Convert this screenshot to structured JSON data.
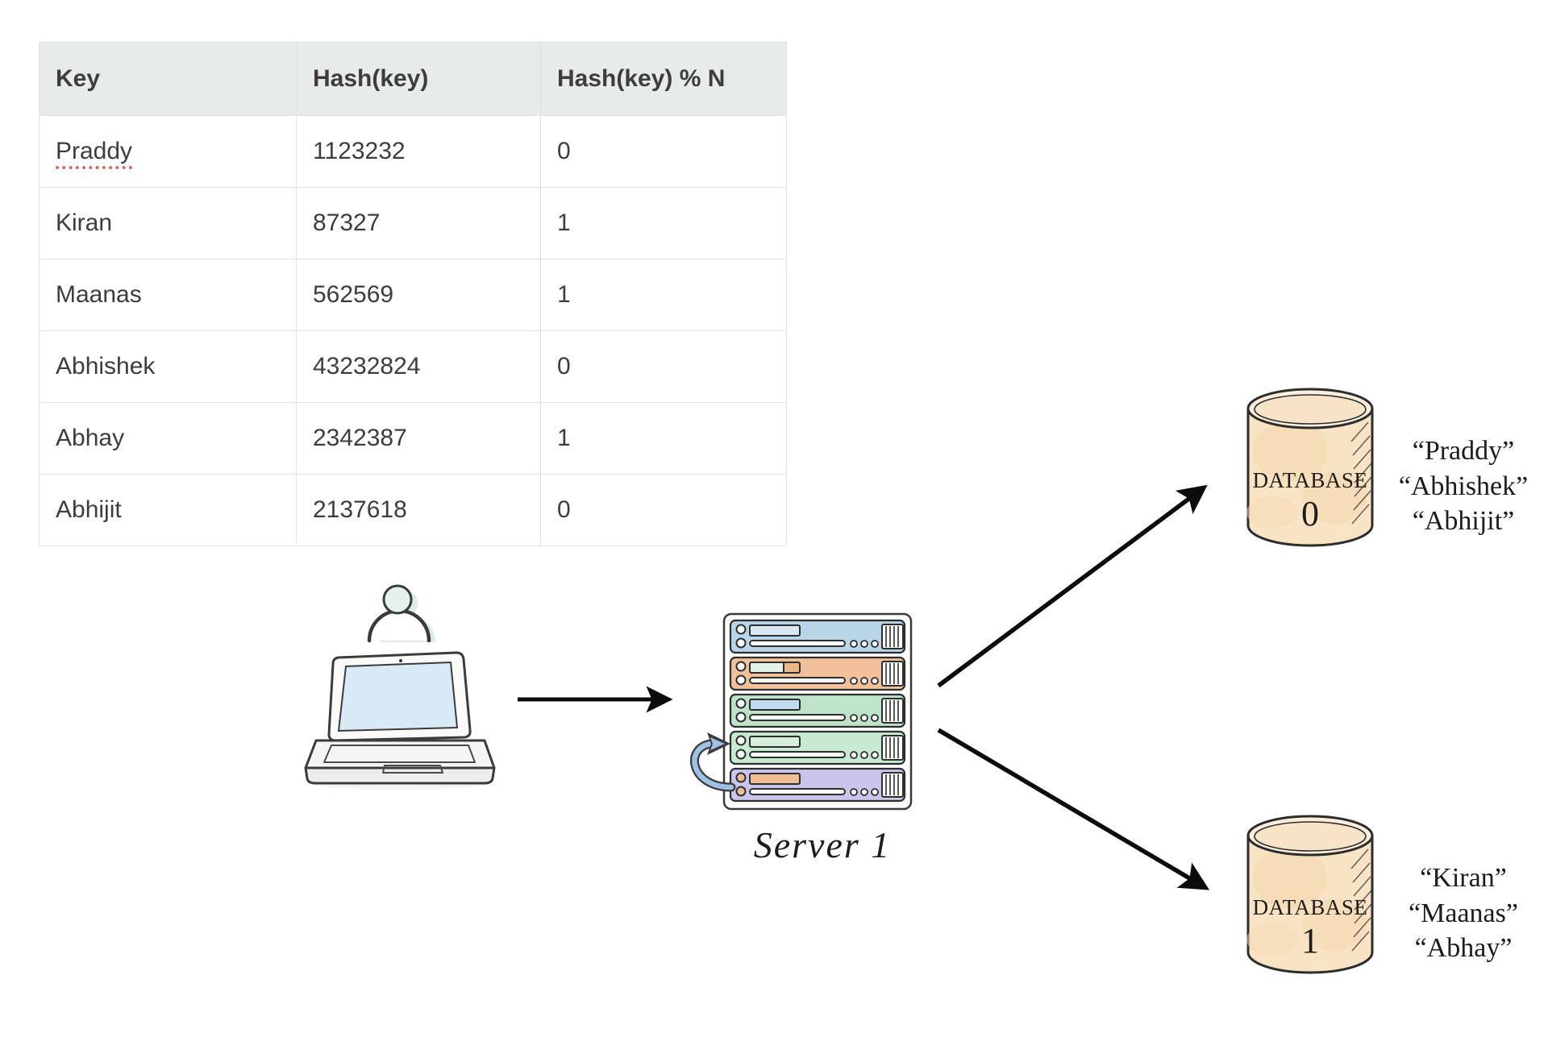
{
  "table": {
    "columns": [
      "Key",
      "Hash(key)",
      "Hash(key) % N"
    ],
    "rows": [
      {
        "key": "Praddy",
        "hash": "1123232",
        "mod": "0",
        "spellcheck_underline": true
      },
      {
        "key": "Kiran",
        "hash": "87327",
        "mod": "1",
        "spellcheck_underline": false
      },
      {
        "key": "Maanas",
        "hash": "562569",
        "mod": "1",
        "spellcheck_underline": false
      },
      {
        "key": "Abhishek",
        "hash": "43232824",
        "mod": "0",
        "spellcheck_underline": false
      },
      {
        "key": "Abhay",
        "hash": "2342387",
        "mod": "1",
        "spellcheck_underline": false
      },
      {
        "key": "Abhijit",
        "hash": "2137618",
        "mod": "0",
        "spellcheck_underline": false
      }
    ]
  },
  "client": {
    "icons": [
      "user-icon",
      "laptop-icon"
    ]
  },
  "server": {
    "label": "Server 1",
    "icon": "server-rack-icon",
    "rack_rows": 5,
    "refresh_icon": "refresh-loop-icon"
  },
  "databases": [
    {
      "label": "DATABASE",
      "number": "0",
      "keys": [
        "“Praddy”",
        "“Abhishek”",
        "“Abhijit”"
      ]
    },
    {
      "label": "DATABASE",
      "number": "1",
      "keys": [
        "“Kiran”",
        "“Maanas”",
        "“Abhay”"
      ]
    }
  ],
  "arrows": [
    {
      "from": "laptop",
      "to": "server-1"
    },
    {
      "from": "server-1",
      "to": "database-0"
    },
    {
      "from": "server-1",
      "to": "database-1"
    }
  ],
  "colors": {
    "header_bg": "#e8ece8",
    "table_border": "#e2e2e0",
    "text": "#3f3d39",
    "spellcheck_red": "#d96a5a",
    "arrow_black": "#0c0c0c",
    "outline_dark": "#2e2e2e",
    "server_rows": [
      "#b9d6e8",
      "#f0c19b",
      "#bfe3c8",
      "#c9ead2",
      "#cbc4ec"
    ],
    "server_topbars": [
      "#d8e9f4",
      "#e3f2e6",
      "#c2dbee",
      "#d6efdc",
      "#efbd92"
    ],
    "refresh_blue": "#9ec1e6",
    "laptop_screen": "#d9eaf7",
    "user_head": "#e6f1ed",
    "db_body": "#f8e3c4",
    "db_top": "#faeedd"
  }
}
